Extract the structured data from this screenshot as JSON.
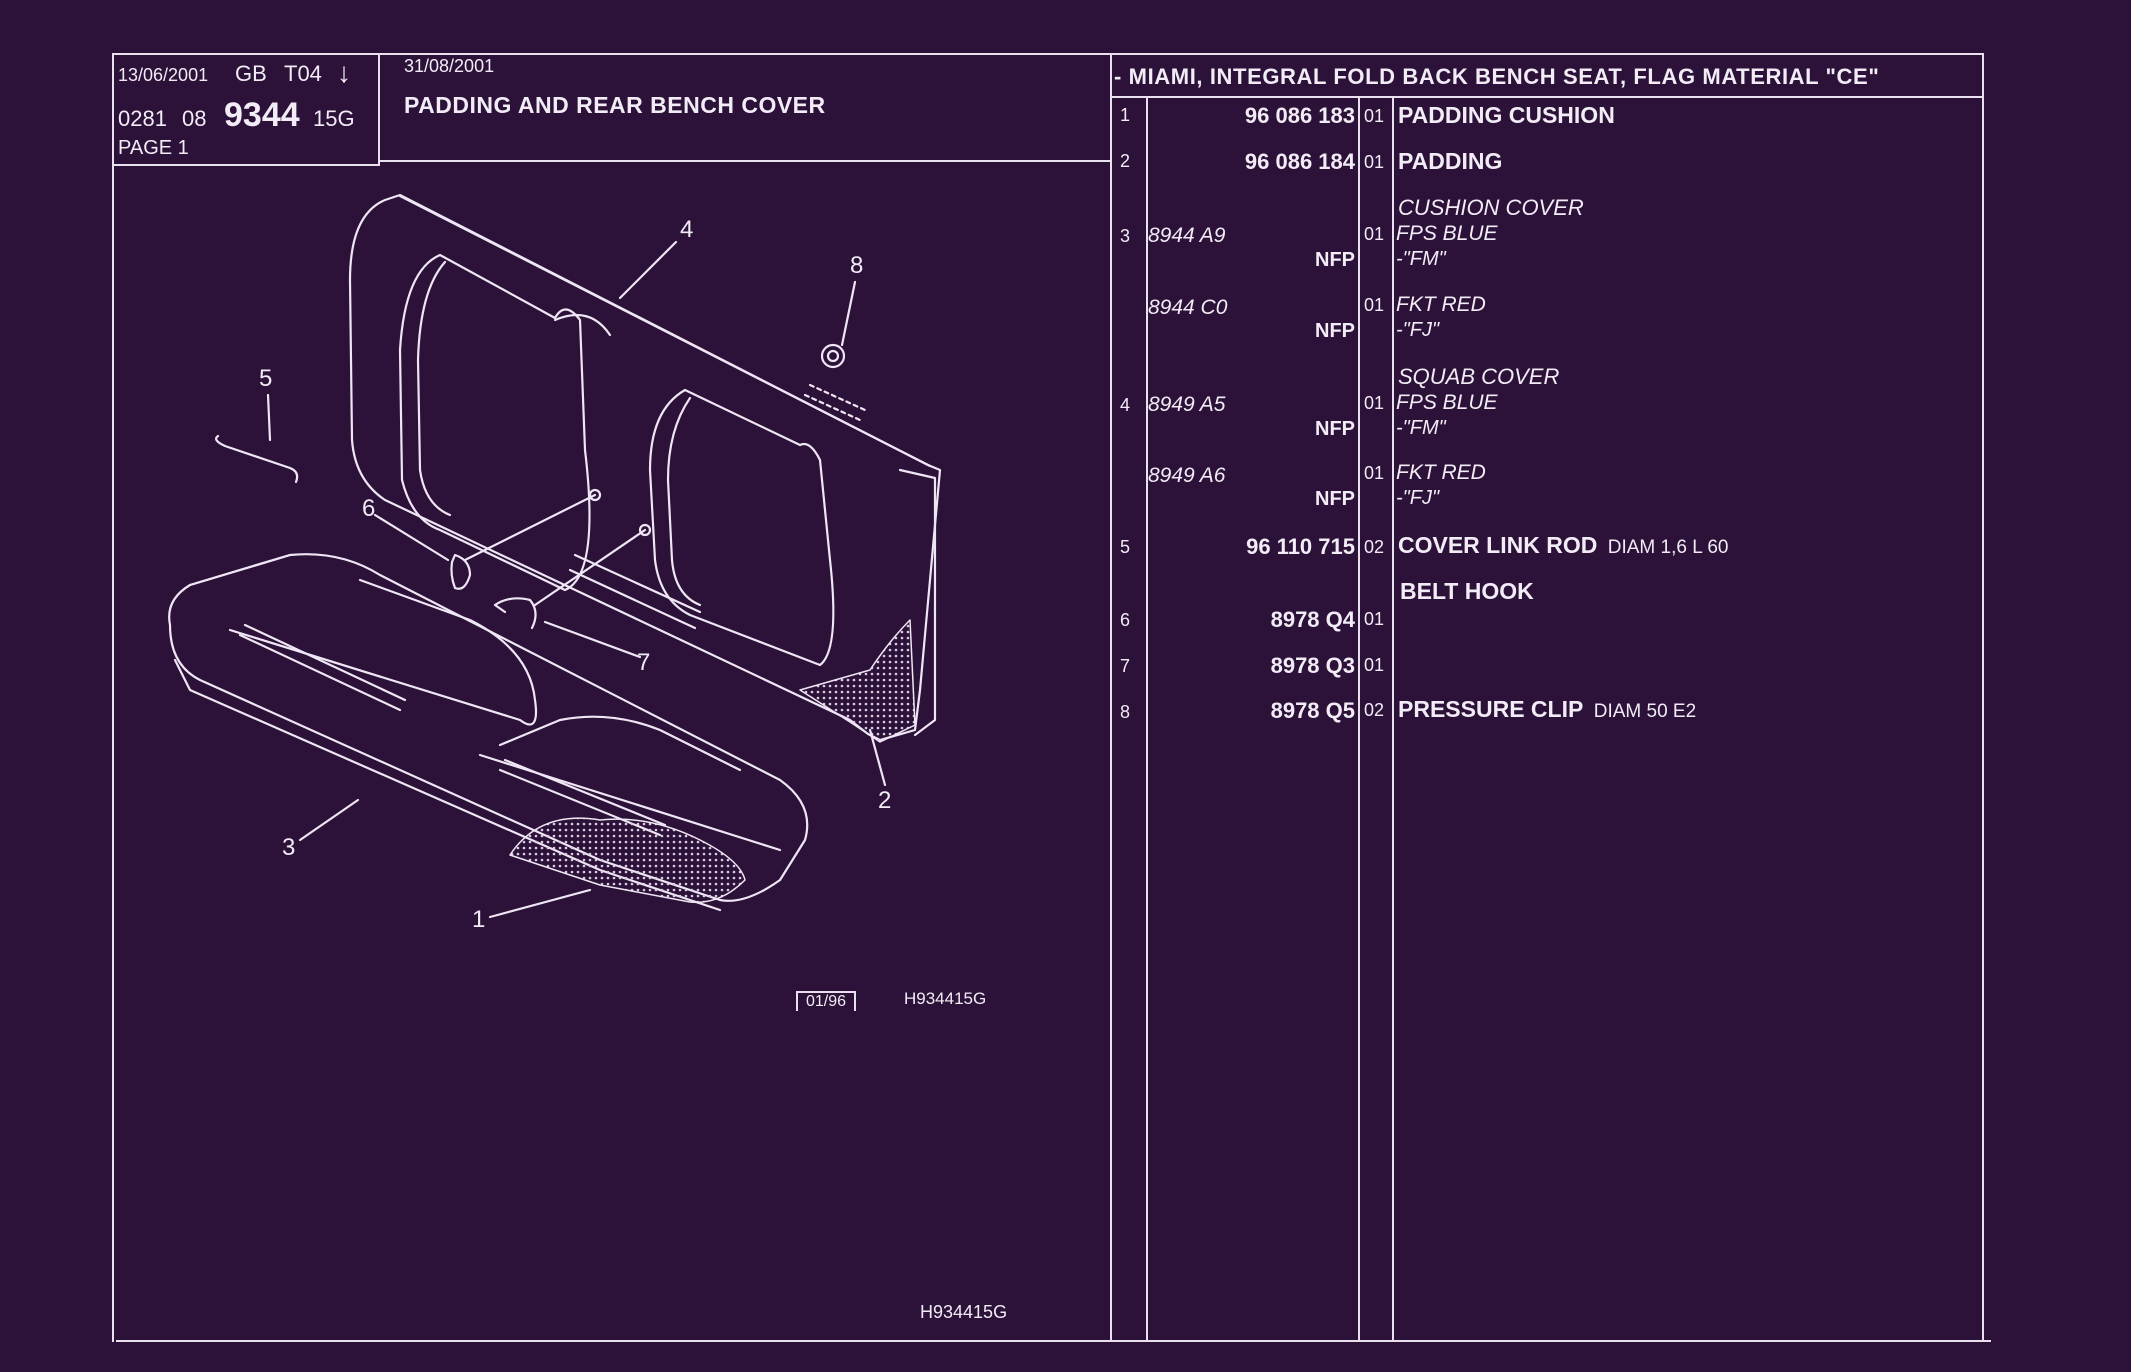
{
  "header": {
    "date1": "13/06/2001",
    "lang": "GB",
    "code": "T04",
    "arrow": "↓",
    "ref_prefix": "0281",
    "ref_mid": "08",
    "ref_big": "9344",
    "ref_suffix": "15G",
    "page": "PAGE 1",
    "date2": "31/08/2001",
    "section_title": "PADDING AND REAR BENCH COVER",
    "model_title": "- MIAMI, INTEGRAL FOLD BACK BENCH SEAT, FLAG MATERIAL \"CE\""
  },
  "drawing": {
    "callouts": [
      "1",
      "2",
      "3",
      "4",
      "5",
      "6",
      "7",
      "8"
    ],
    "edition": "01/96",
    "drawing_ref": "H934415G",
    "footer_ref": "H934415G"
  },
  "rows": [
    {
      "ref": "1",
      "part": "96 086 183",
      "nfp": "",
      "qty": "01",
      "desc": "PADDING CUSHION",
      "detail": "",
      "heading": ""
    },
    {
      "ref": "2",
      "part": "96 086 184",
      "nfp": "",
      "qty": "01",
      "desc": "PADDING",
      "detail": "",
      "heading": ""
    },
    {
      "ref": "3",
      "part": "8944 A9",
      "nfp": "NFP",
      "qty": "01",
      "desc": "FPS BLUE",
      "detail": "-\"FM\"",
      "heading": "CUSHION COVER"
    },
    {
      "ref": "",
      "part": "8944 C0",
      "nfp": "NFP",
      "qty": "01",
      "desc": "FKT RED",
      "detail": "-\"FJ\"",
      "heading": ""
    },
    {
      "ref": "4",
      "part": "8949 A5",
      "nfp": "NFP",
      "qty": "01",
      "desc": "FPS BLUE",
      "detail": "-\"FM\"",
      "heading": "SQUAB COVER"
    },
    {
      "ref": "",
      "part": "8949 A6",
      "nfp": "NFP",
      "qty": "01",
      "desc": "FKT RED",
      "detail": "-\"FJ\"",
      "heading": ""
    },
    {
      "ref": "5",
      "part": "96 110 715",
      "nfp": "",
      "qty": "02",
      "desc": "COVER LINK ROD",
      "detail": "DIAM 1,6 L 60",
      "heading": ""
    },
    {
      "ref": "6",
      "part": "8978 Q4",
      "nfp": "",
      "qty": "01",
      "desc": "",
      "detail": "",
      "heading": "BELT HOOK"
    },
    {
      "ref": "7",
      "part": "8978 Q3",
      "nfp": "",
      "qty": "01",
      "desc": "",
      "detail": "",
      "heading": ""
    },
    {
      "ref": "8",
      "part": "8978 Q5",
      "nfp": "",
      "qty": "02",
      "desc": "PRESSURE CLIP",
      "detail": "DIAM 50 E2",
      "heading": ""
    }
  ],
  "colors": {
    "background": "#2c1238",
    "ink": "#f2ecf6"
  }
}
